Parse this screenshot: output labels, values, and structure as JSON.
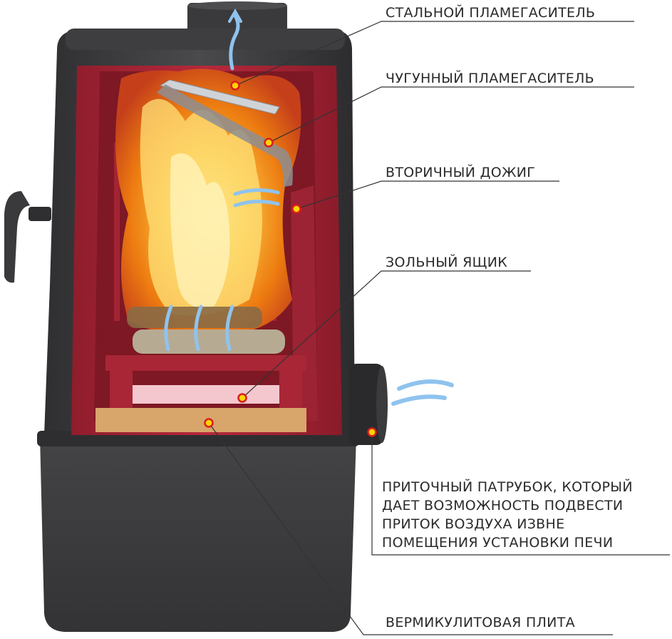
{
  "diagram": {
    "labels": {
      "steel_baffle": "СТАЛЬНОЙ ПЛАМЕГАСИТЕЛЬ",
      "cast_iron_baffle": "ЧУГУННЫЙ ПЛАМЕГАСИТЕЛЬ",
      "secondary_burn": "ВТОРИЧНЫЙ ДОЖИГ",
      "ash_box": "ЗОЛЬНЫЙ ЯЩИК",
      "air_inlet_lines": [
        "ПРИТОЧНЫЙ ПАТРУБОК, КОТОРЫЙ",
        "ДАЕТ ВОЗМОЖНОСТЬ ПОДВЕСТИ",
        "ПРИТОК ВОЗДУХА ИЗВНЕ",
        "ПОМЕЩЕНИЯ УСТАНОВКИ ПЕЧИ"
      ],
      "vermiculite_plate": "ВЕРМИКУЛИТОВАЯ ПЛИТА"
    },
    "colors": {
      "stove_body": "#3c3c3e",
      "firebox_lining": "#b0283a",
      "flame_core": "#ffd54a",
      "flame_outer": "#f07a12",
      "air_flow": "#8fc3ee",
      "marker": "#ffd400",
      "marker_ring": "#d81e1e",
      "leader_line": "#333333"
    }
  }
}
